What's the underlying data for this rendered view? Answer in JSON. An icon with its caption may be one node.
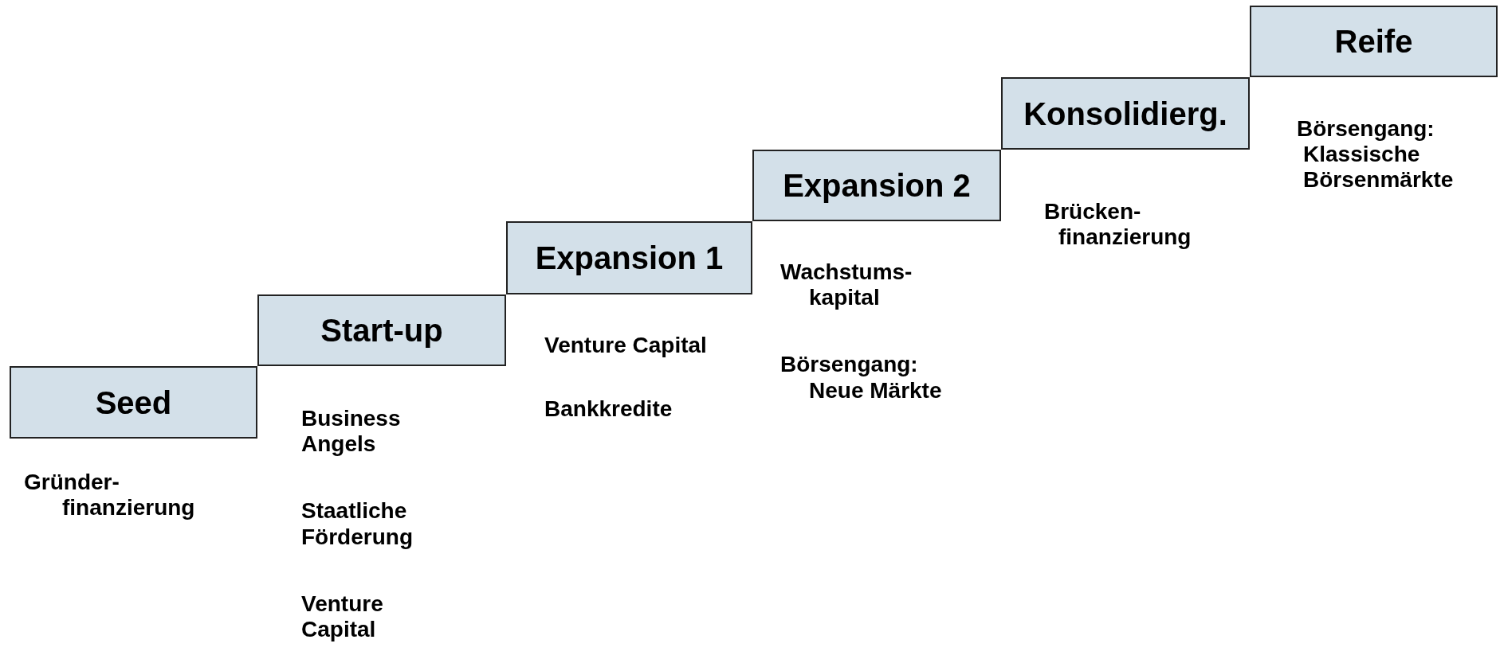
{
  "diagram": {
    "nodes": [
      {
        "text": [
          "Seed"
        ],
        "beside": [
          "Gründer- finanzierung"
        ]
      },
      {
        "text": [
          "Start-up"
        ],
        "beside": [
          "Business Angels",
          "Staatliche Förderung",
          "Venture Capital"
        ]
      },
      {
        "text": [
          "Expansion 1"
        ],
        "beside": [
          "Venture Capital",
          "Bankkredite"
        ]
      },
      {
        "text": [
          "Expansion 2"
        ],
        "beside": [
          "Wachstums- kapital",
          "Börsengang: Neue Märkte"
        ]
      },
      {
        "text": [
          "Konsolidierg."
        ],
        "beside": [
          "Brücken- finanzierung"
        ]
      },
      {
        "text": [
          "Reife"
        ],
        "beside": [
          "Börsengang: Klassische Börsenmärkte"
        ]
      }
    ]
  }
}
